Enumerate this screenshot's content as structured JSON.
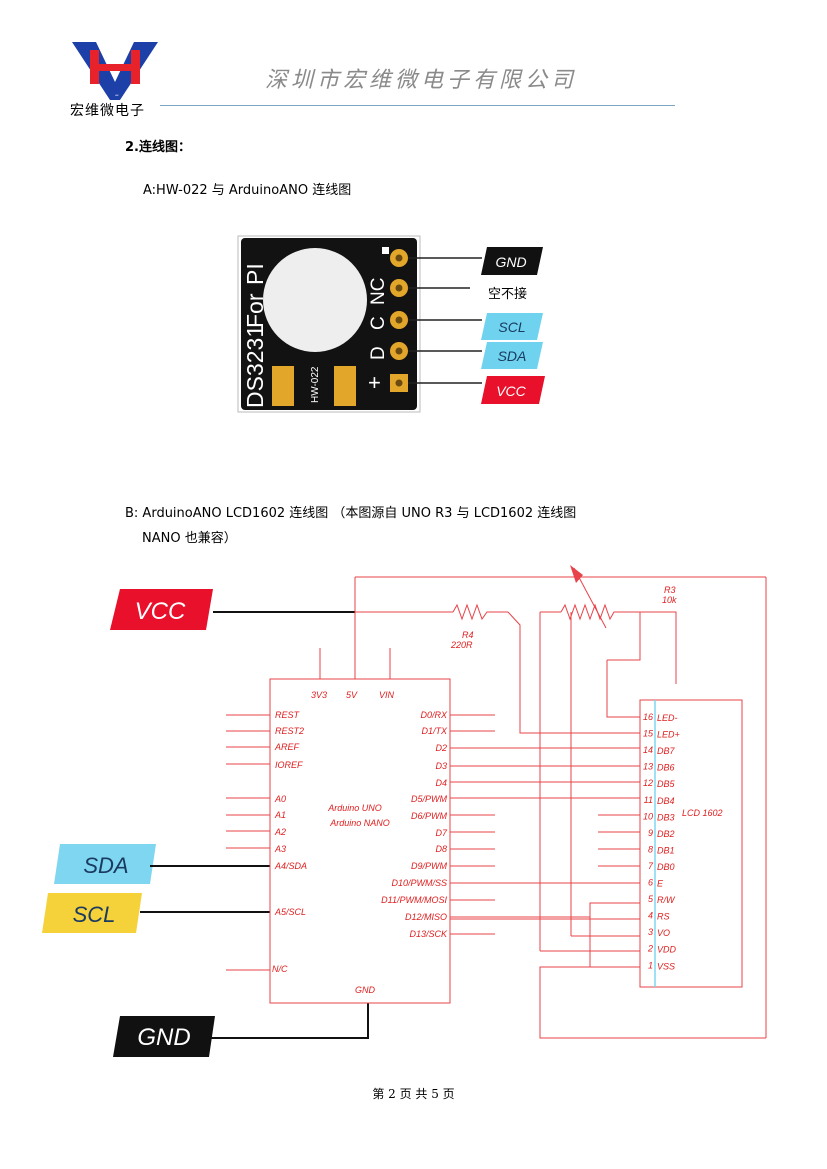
{
  "header": {
    "logo_letters": "HW",
    "logo_caption": "宏维微电子",
    "company_name": "深圳市宏维微电子有限公司"
  },
  "section": {
    "title": "2.连线图：",
    "subtitle_a": "A:HW-022 与  ArduinoANO 连线图",
    "subtitle_b_line1": "B: ArduinoANO    LCD1602 连线图 （本图源自 UNO R3 与  LCD1602 连线图",
    "subtitle_b_line2": "NANO 也兼容）"
  },
  "module_figure": {
    "board_labels": [
      "DS3231",
      "For",
      "PI"
    ],
    "board_part": "HW-022",
    "pin_labels": [
      "NC",
      "C",
      "D",
      "+"
    ],
    "wire_tags": [
      {
        "label": "GND",
        "style": "black"
      },
      {
        "label": "空不接",
        "style": "plain"
      },
      {
        "label": "SCL",
        "style": "cyan"
      },
      {
        "label": "SDA",
        "style": "cyan"
      },
      {
        "label": "VCC",
        "style": "red"
      }
    ]
  },
  "schematic": {
    "tags": {
      "vcc": "VCC",
      "sda": "SDA",
      "scl": "SCL",
      "gnd": "GND"
    },
    "arduino": {
      "name_line1": "Arduino UNO",
      "name_line2": "Arduino NANO",
      "top_pins": [
        "3V3",
        "5V",
        "VIN"
      ],
      "bottom_pin": "GND",
      "left_pins": [
        "REST",
        "REST2",
        "AREF",
        "IOREF",
        "A0",
        "A1",
        "A2",
        "A3",
        "A4/SDA",
        "A5/SCL",
        "N/C"
      ],
      "right_pins": [
        "D0/RX",
        "D1/TX",
        "D2",
        "D3",
        "D4",
        "D5/PWM",
        "D6/PWM",
        "D7",
        "D8",
        "D9/PWM",
        "D10/PWM/SS",
        "D11/PWM/MOSI",
        "D12/MISO",
        "D13/SCK"
      ]
    },
    "lcd": {
      "name": "LCD 1602",
      "pins": [
        {
          "num": "16",
          "name": "LED-"
        },
        {
          "num": "15",
          "name": "LED+"
        },
        {
          "num": "14",
          "name": "DB7"
        },
        {
          "num": "13",
          "name": "DB6"
        },
        {
          "num": "12",
          "name": "DB5"
        },
        {
          "num": "11",
          "name": "DB4"
        },
        {
          "num": "10",
          "name": "DB3"
        },
        {
          "num": "9",
          "name": "DB2"
        },
        {
          "num": "8",
          "name": "DB1"
        },
        {
          "num": "7",
          "name": "DB0"
        },
        {
          "num": "6",
          "name": "E"
        },
        {
          "num": "5",
          "name": "R/W"
        },
        {
          "num": "4",
          "name": "RS"
        },
        {
          "num": "3",
          "name": "VO"
        },
        {
          "num": "2",
          "name": "VDD"
        },
        {
          "num": "1",
          "name": "VSS"
        }
      ]
    },
    "r4": {
      "name": "R4",
      "value": "220R"
    },
    "r3": {
      "name": "R3",
      "value": "10k"
    }
  },
  "footer": {
    "page_text": "第 2 页 共 5 页"
  },
  "colors": {
    "wire": "#e8434a",
    "pin_text": "#e02020",
    "black_tag": "#111111",
    "red_tag": "#e8102a",
    "cyan_tag": "#6fd3ef",
    "yellow_tag": "#f5d23a",
    "board": "#121212",
    "gold": "#e2a62a"
  }
}
